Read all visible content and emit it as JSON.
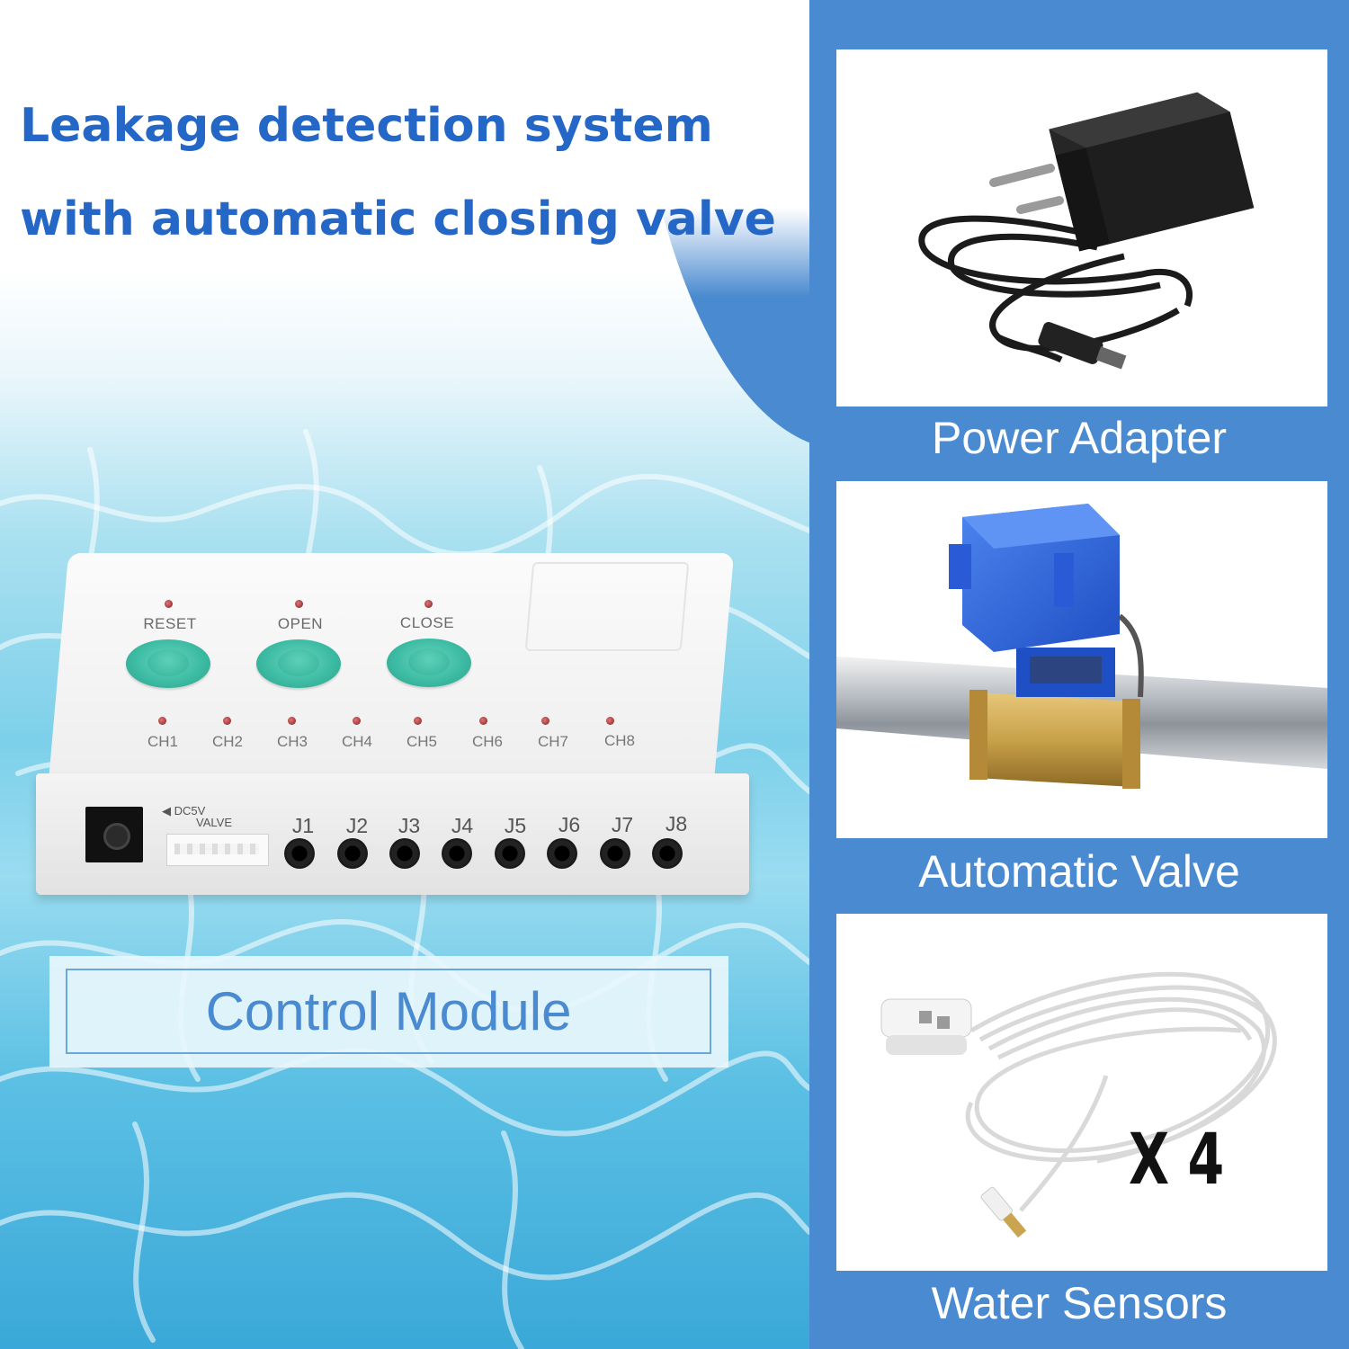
{
  "headline": {
    "line1": "Leakage detection system",
    "line2": "with automatic closing valve"
  },
  "control_module": {
    "caption": "Control Module",
    "buttons": [
      "RESET",
      "OPEN",
      "CLOSE"
    ],
    "channels": [
      "CH1",
      "CH2",
      "CH3",
      "CH4",
      "CH5",
      "CH6",
      "CH7",
      "CH8"
    ],
    "dc_label": "DC5V",
    "valve_label": "VALVE",
    "jacks": [
      "J1",
      "J2",
      "J3",
      "J4",
      "J5",
      "J6",
      "J7",
      "J8"
    ]
  },
  "panels": {
    "adapter_caption": "Power Adapter",
    "valve_caption": "Automatic Valve",
    "sensors_caption": "Water Sensors",
    "sensors_quantity": "X 4"
  },
  "colors": {
    "headline": "#2467c6",
    "background_blue": "#4a8ad0",
    "button_teal": "#3dbca4",
    "valve_blue": "#2b63d6",
    "brass": "#c9a14a"
  }
}
